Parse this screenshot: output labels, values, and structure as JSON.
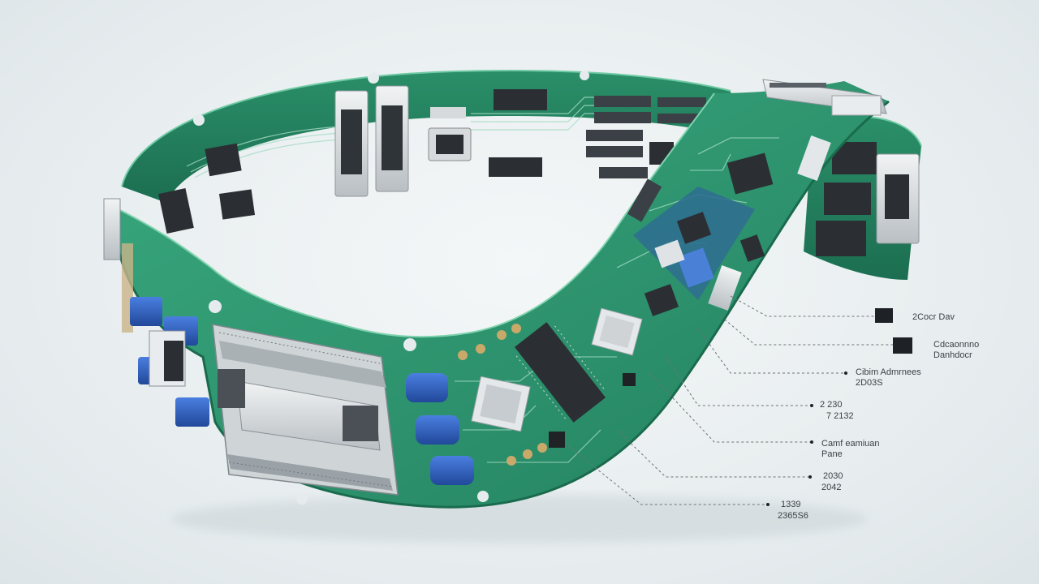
{
  "scene": {
    "subject": "flexible-pcb-strip",
    "colors": {
      "background": "#e9eef0",
      "board": "#2f9b72",
      "board_dark": "#1f7a58",
      "board_edge": "#5fbf98",
      "trace": "#bfe8d6",
      "chip": "#2b2f33",
      "silver": "#d5d9dc",
      "connector_blue": "#2f5fbf"
    }
  },
  "callouts": [
    {
      "id": "c1",
      "label": "2Cocr Dav"
    },
    {
      "id": "c2",
      "label": "Cdcaonnno",
      "sublabel": "Danhdocr"
    },
    {
      "id": "c3",
      "label": "Cibim Admrnees",
      "sublabel": "2D03S"
    },
    {
      "id": "c4",
      "label": "2 230",
      "sublabel": "7 2132"
    },
    {
      "id": "c5",
      "label": "Camf eamiuan",
      "sublabel": "Pane"
    },
    {
      "id": "c6",
      "label": "2030",
      "sublabel": "2042"
    },
    {
      "id": "c7",
      "label": "1339",
      "sublabel": "2365S6"
    }
  ]
}
